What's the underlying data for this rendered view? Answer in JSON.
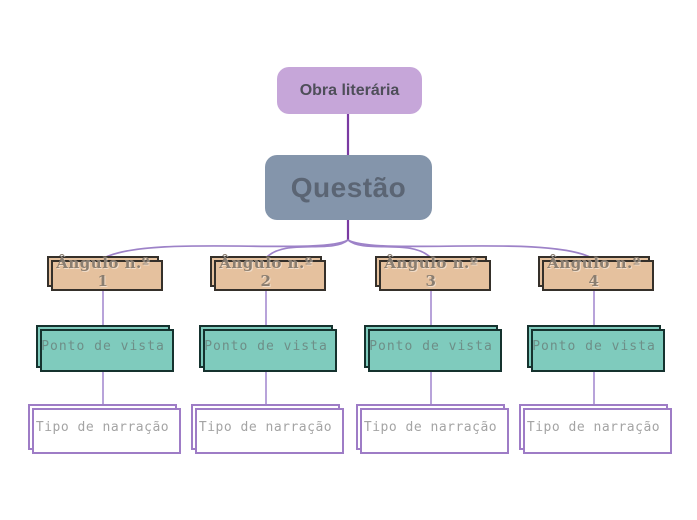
{
  "diagram": {
    "root": {
      "label": "Obra literária"
    },
    "question": {
      "label": "Questão"
    },
    "columns": [
      {
        "angle": "Ângulo n.º 1",
        "viewpoint": "Ponto de vista",
        "narration": "Tipo de narração"
      },
      {
        "angle": "Ângulo n.º 2",
        "viewpoint": "Ponto de vista",
        "narration": "Tipo de narração"
      },
      {
        "angle": "Ângulo n.º 3",
        "viewpoint": "Ponto de vista",
        "narration": "Tipo de narração"
      },
      {
        "angle": "Ângulo n.º 4",
        "viewpoint": "Ponto de vista",
        "narration": "Tipo de narração"
      }
    ],
    "colors": {
      "root_fill": "#c6a6d9",
      "question_fill": "#8495ab",
      "angle_fill": "#e5c19e",
      "angle_border": "#35302a",
      "viewpoint_fill": "#7fcbbd",
      "viewpoint_border": "#15322e",
      "narration_fill": "#ffffff",
      "narration_border": "#9e7cc6",
      "connector_dark": "#7a3aa2",
      "connector_fan": "#9d82c8",
      "connector_light": "#b8a3da"
    }
  }
}
